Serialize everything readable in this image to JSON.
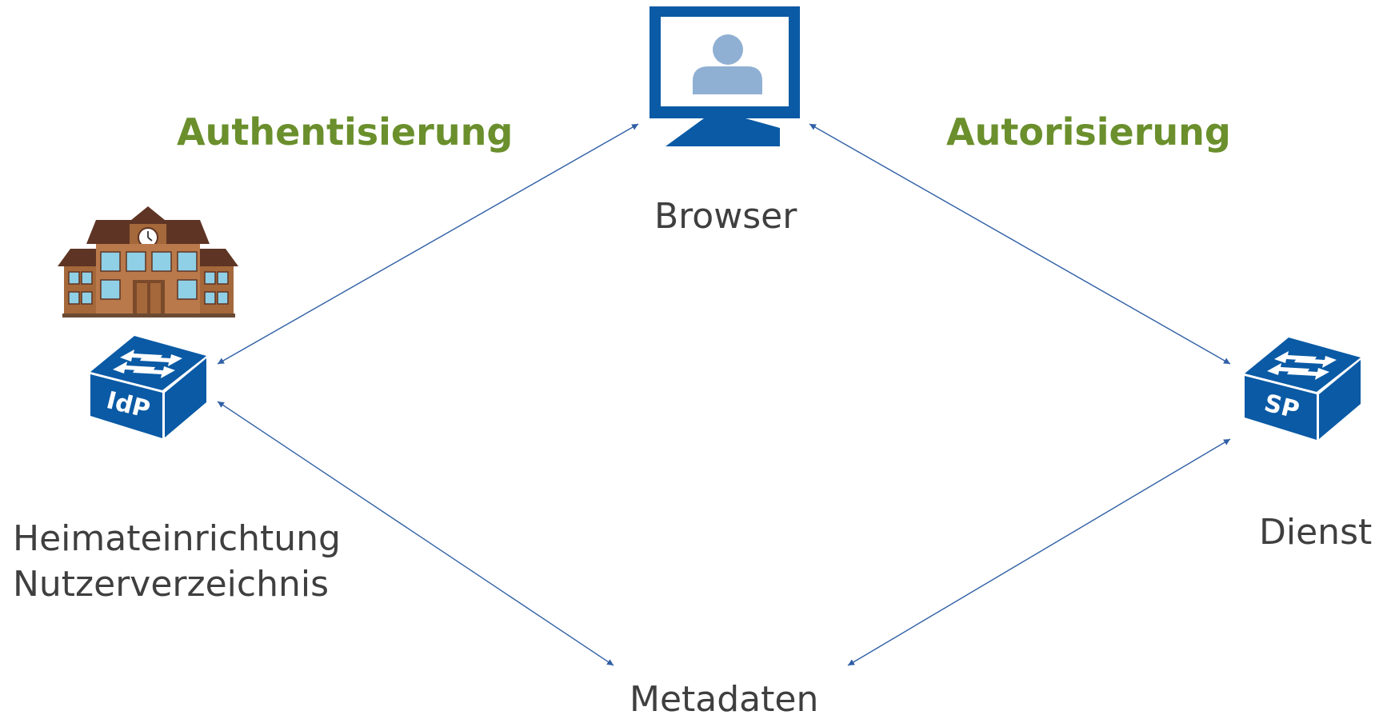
{
  "headings": {
    "authentication": "Authentisierung",
    "authorization": "Autorisierung"
  },
  "nodes": {
    "browser": {
      "label": "Browser"
    },
    "idp": {
      "badge": "IdP",
      "label_line1": "Heimateinrichtung",
      "label_line2": "Nutzerverzeichnis"
    },
    "sp": {
      "badge": "SP",
      "label": "Dienst"
    },
    "metadata": {
      "label": "Metadaten"
    }
  },
  "colors": {
    "heading": "#6a8f2c",
    "label": "#3f3f3f",
    "icon_blue": "#0a5aa5",
    "person": "#8fb0d3",
    "arrow": "#2f5fa5"
  },
  "icons": {
    "browser": "monitor-with-user-icon",
    "idp": "network-switch-icon",
    "sp": "network-switch-icon",
    "institution": "school-building-icon"
  }
}
